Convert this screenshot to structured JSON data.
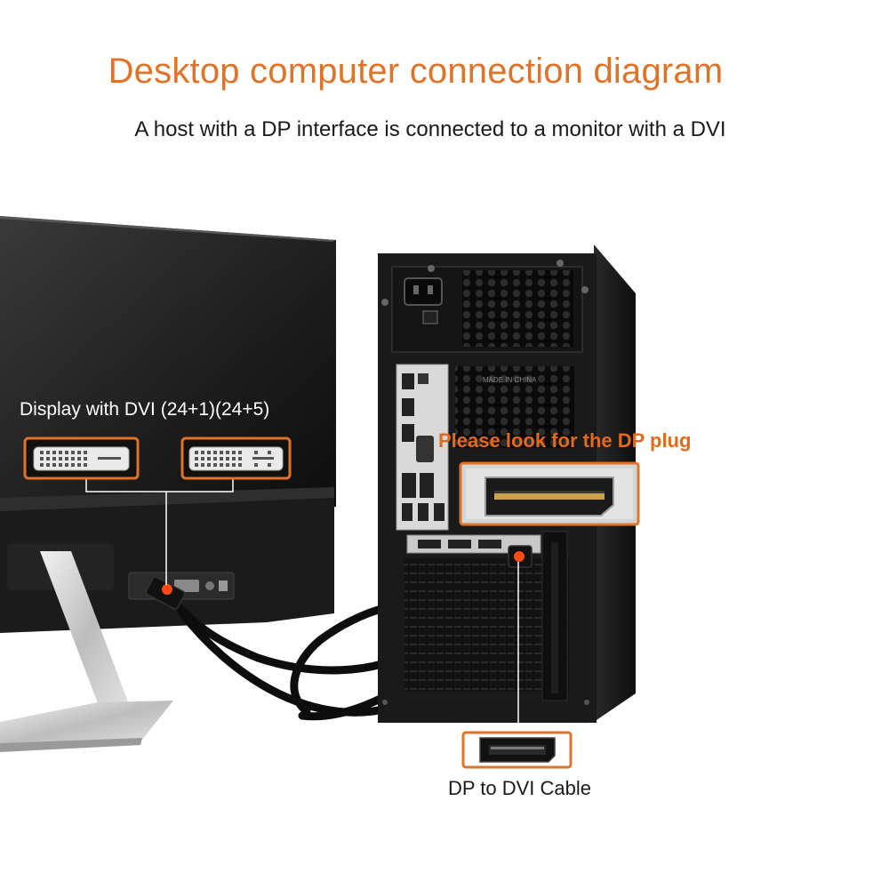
{
  "title": "Desktop computer connection diagram",
  "subtitle": "A host with a DP interface is connected to a monitor with a DVI",
  "labels": {
    "display_dvi": "Display with DVI (24+1)(24+5)",
    "dp_plug_hint": "Please look for the DP plug",
    "cable": "DP to DVI Cable",
    "made_in": "MADE IN CHINA"
  },
  "colors": {
    "accent": "#e0732a",
    "highlight": "#e26a1e",
    "device_dark": "#161616"
  },
  "icons": [
    "dvi-24-1-connector-icon",
    "dvi-24-5-connector-icon",
    "displayport-port-icon",
    "displayport-plug-icon"
  ]
}
